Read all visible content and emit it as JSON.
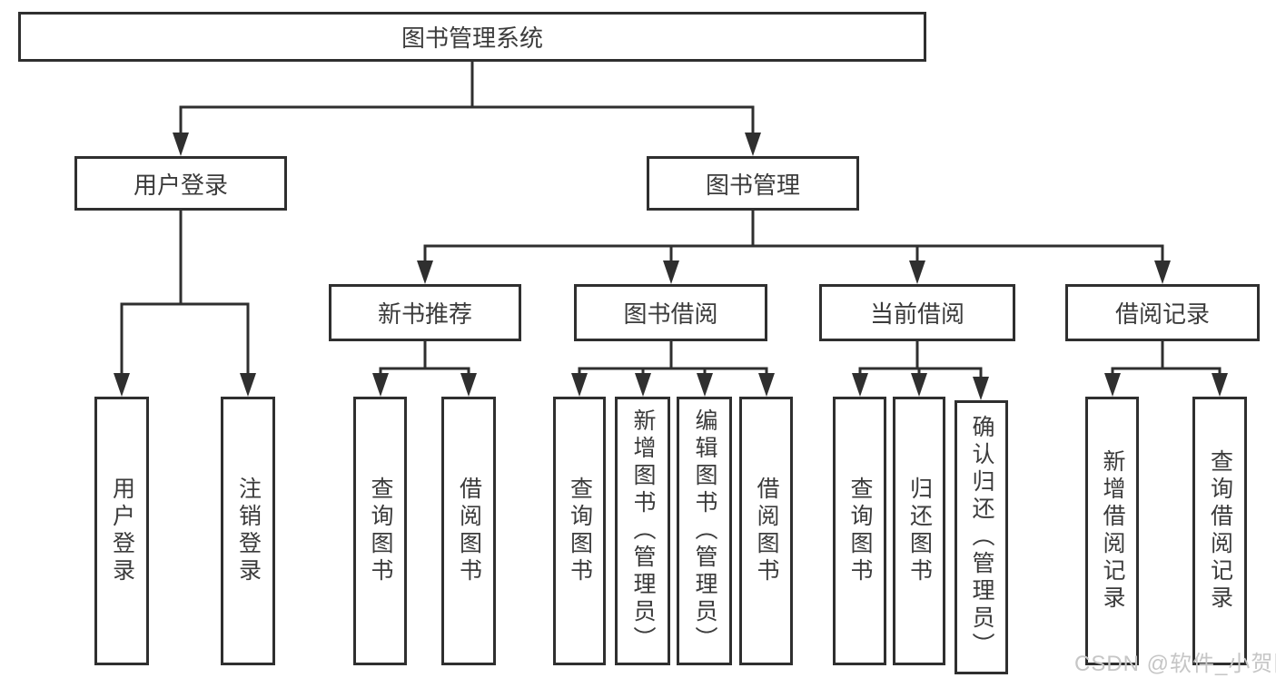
{
  "diagram": {
    "type": "hierarchy-tree",
    "orientation": "top-down",
    "colors": {
      "line": "#2f2f2f",
      "box_border": "#2f2f2f",
      "text": "#3b3b3b",
      "background": "#ffffff",
      "watermark": "#c6c6c6"
    },
    "tree": {
      "root": {
        "label": "图书管理系统",
        "children": [
          {
            "label": "用户登录",
            "children": [
              {
                "label": "用户登录"
              },
              {
                "label": "注销登录"
              }
            ]
          },
          {
            "label": "图书管理",
            "children": [
              {
                "label": "新书推荐",
                "children": [
                  {
                    "label": "查询图书"
                  },
                  {
                    "label": "借阅图书"
                  }
                ]
              },
              {
                "label": "图书借阅",
                "children": [
                  {
                    "label": "查询图书"
                  },
                  {
                    "label": "新增图书（管理员）"
                  },
                  {
                    "label": "编辑图书（管理员）"
                  },
                  {
                    "label": "借阅图书"
                  }
                ]
              },
              {
                "label": "当前借阅",
                "children": [
                  {
                    "label": "查询图书"
                  },
                  {
                    "label": "归还图书"
                  },
                  {
                    "label": "确认归还（管理员）"
                  }
                ]
              },
              {
                "label": "借阅记录",
                "children": [
                  {
                    "label": "新增借阅记录"
                  },
                  {
                    "label": "查询借阅记录"
                  }
                ]
              }
            ]
          }
        ]
      }
    }
  },
  "watermark": {
    "text": "CSDN @软件_小贺同学"
  }
}
